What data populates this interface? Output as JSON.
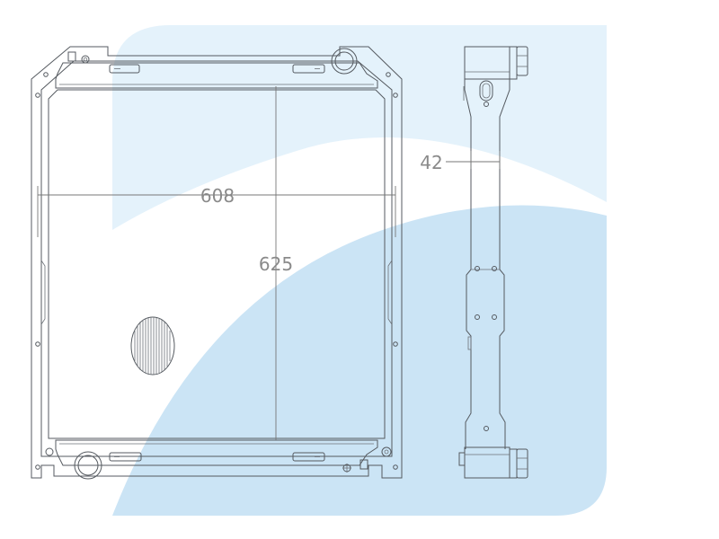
{
  "drawing": {
    "dimensions": {
      "width_label": "608",
      "height_label": "625",
      "thickness_label": "42"
    }
  },
  "colors": {
    "background": "#ffffff",
    "shape_light": "#e4f2fb",
    "shape_dark": "#cbe4f5",
    "line": "#555a60",
    "dimension_text": "#8a8a8a"
  }
}
